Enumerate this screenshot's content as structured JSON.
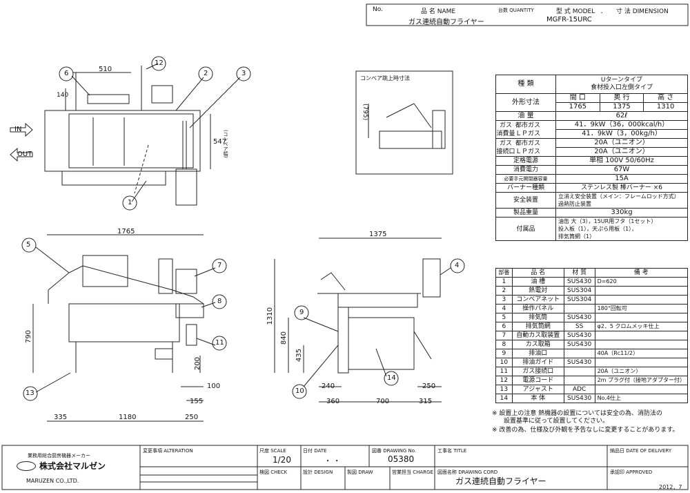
{
  "header": {
    "no_label": "No.",
    "name_label": "品 名 NAME",
    "qty_label": "台数 QUANTITY",
    "model_label": "型 式 MODEL",
    "dim_label": "寸 法 DIMENSION",
    "dot": "．",
    "name_value": "ガス連続自動フライヤー",
    "model_value": "MGFR-15URC"
  },
  "side_labels": {
    "in": "IN",
    "out": "OUT"
  },
  "plan_view": {
    "dims": [
      "510",
      "140",
      "547",
      "(コンベア幅)"
    ],
    "balloons": [
      "6",
      "12",
      "2",
      "3",
      "1"
    ]
  },
  "front_view": {
    "dims": [
      "1765",
      "790",
      "335",
      "1180",
      "250",
      "200",
      "100",
      "155"
    ],
    "balloons": [
      "5",
      "7",
      "8",
      "11",
      "13"
    ]
  },
  "side_view": {
    "dims": [
      "1375",
      "1310",
      "840",
      "435",
      "240",
      "360",
      "700",
      "315",
      "250"
    ],
    "balloons": [
      "4",
      "9",
      "10",
      "14"
    ]
  },
  "conveyor_box": {
    "title": "コンベア跳上時寸法",
    "dim": "(795)"
  },
  "spec_table": {
    "rows": [
      [
        "種 類",
        "Uターンタイプ 食材投入口左側タイプ"
      ],
      [
        "外形寸法",
        "間 口|奥 行|高 さ",
        "1765|1375|1310"
      ],
      [
        "油 量",
        "62ℓ"
      ],
      [
        "ガス消費量",
        "都市ガス",
        "41．9kW（36，000kcal/h）"
      ],
      [
        "",
        "ＬＰガス",
        "41．9kW（3，00kg/h）"
      ],
      [
        "ガス接続口",
        "都市ガス",
        "20A（ユニオン）"
      ],
      [
        "",
        "ＬＰガス",
        "20A（ユニオン）"
      ],
      [
        "定格電源",
        "単相 100V 50/60Hz"
      ],
      [
        "消費電力",
        "67W"
      ],
      [
        "必要手元開閉器容量",
        "15A"
      ],
      [
        "バーナー種類",
        "ステンレス製 棒バーナー ×6"
      ],
      [
        "安全装置",
        "立消え安全装置（メイン：フレームロッド方式）",
        "過熱防止装置"
      ],
      [
        "製品重量",
        "330kg"
      ],
      [
        "付属品",
        "油缶 大（3），15UR用フタ（1セット）",
        "投入板（1），天ぷら用板（1），",
        "排気筒網（1）"
      ]
    ],
    "type_l1": "Uターンタイプ",
    "type_l2": "食材投入口左側タイプ",
    "dim_h": [
      "間 口",
      "奥 行",
      "高 さ"
    ],
    "dim_v": [
      "1765",
      "1375",
      "1310"
    ],
    "gas_labels": [
      "ガス",
      "消費量",
      "ガス",
      "接続口"
    ]
  },
  "parts_table": {
    "headers": [
      "部番",
      "品 名",
      "材 質",
      "備 考"
    ],
    "rows": [
      [
        "1",
        "油 槽",
        "SUS430",
        "D=620"
      ],
      [
        "2",
        "熱電対",
        "SUS304",
        ""
      ],
      [
        "3",
        "コンベアネット",
        "SUS304",
        ""
      ],
      [
        "4",
        "操作パネル",
        "",
        "180°回転可"
      ],
      [
        "5",
        "排気筒",
        "SUS430",
        ""
      ],
      [
        "6",
        "排気筒網",
        "SS",
        "φ2．5 クロムメッキ仕上"
      ],
      [
        "7",
        "自動カス取装置",
        "SUS430",
        ""
      ],
      [
        "8",
        "カス取箱",
        "SUS430",
        ""
      ],
      [
        "9",
        "排油口",
        "",
        "40A（Rc11/2）"
      ],
      [
        "10",
        "排油ガイド",
        "SUS430",
        ""
      ],
      [
        "11",
        "ガス接続口",
        "",
        "20A（ユニオン）"
      ],
      [
        "12",
        "電源コード",
        "",
        "2m プラグ付（接地アダプター付）"
      ],
      [
        "13",
        "アジャスト",
        "ADC",
        ""
      ],
      [
        "14",
        "本 体",
        "SUS430",
        "No.4仕上"
      ]
    ]
  },
  "notes": [
    "※ 設置上の注意 熱機器の設置については安全の為、消防法の",
    "設置基準に従って設置してください。",
    "※ 改善の為、仕様及び外観を予告なしに変更することがあります。"
  ],
  "title_block": {
    "maker_line": "業務用総合厨房機器メーカー",
    "maker_name": "株式会社マルゼン",
    "maker_en": "MARUZEN CO.,LTD.",
    "alteration": "変更事項 ALTERATION",
    "scale_label": "尺度 SCALE",
    "scale_value": "1/20",
    "date_label": "日付 DATE",
    "date_value": "・ ・",
    "drawing_no_label": "図番 DRAWING No.",
    "drawing_no": "05380",
    "title_label": "工事名 TITLE",
    "delivery_label": "納品日 DATE OF DELIVERY",
    "check_label": "検図 CHECK",
    "design_label": "設計 DESIGN",
    "draw_label": "製図 DRAW",
    "charge_label": "営業担当 CHARGE",
    "drawing_name_label": "図面名称 DRAWING CORD",
    "drawing_name": "ガス連続自動フライヤー",
    "approved_label": "承認印 APPROVED",
    "date_footer": "2012．7"
  }
}
